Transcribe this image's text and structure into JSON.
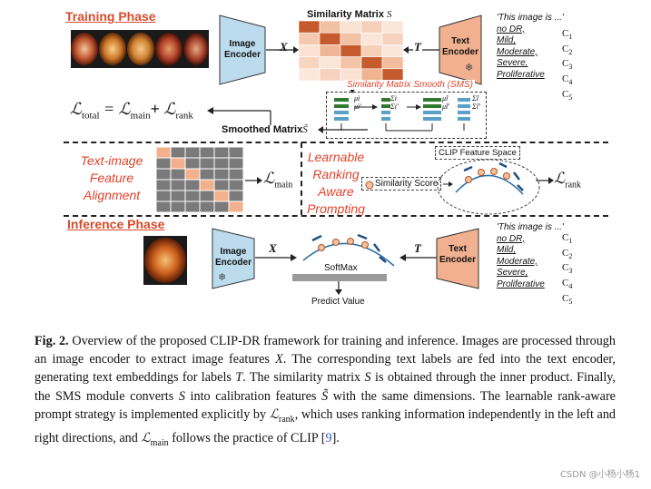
{
  "training": {
    "title": "Training Phase",
    "image_encoder": "Image Encoder",
    "text_encoder": "Text Encoder",
    "x_label": "X",
    "t_label": "T",
    "similarity_matrix_label": "Similarity Matrix",
    "similarity_matrix_symbol": "S",
    "this_image_is": "'This image is ...'",
    "labels": [
      "no DR,",
      "Mild,",
      "Moderate,",
      "Severe,",
      "Proliferative"
    ],
    "class_ids": [
      "C1",
      "C2",
      "C3",
      "C4",
      "C5"
    ],
    "sms_title": "Similarity Matrix Smooth (SMS)",
    "loss_total": "total",
    "loss_main": "main",
    "loss_rank": "rank",
    "smoothed_matrix_label": "Smoothed Matrix",
    "smoothed_matrix_symbol": "S̃",
    "sms_symbols": {
      "mu_i": "μi",
      "mu_ip": "μi'",
      "sigma_i": "Σi",
      "sigma_ip": "Σi'",
      "hat_mu": "μ̂i",
      "hat_mu_p": "μ̂i'",
      "hat_sigma": "Σ̂i",
      "hat_sigma_p": "Σ̂i'"
    }
  },
  "middle": {
    "alignment_label": "Text-image Feature Alignment",
    "ranking_label": "Learnable Ranking Aware Prompting",
    "clip_feature_space": "CLIP Feature Space",
    "similarity_score": "Similarity Score",
    "loss_main": "main",
    "loss_rank": "rank"
  },
  "inference": {
    "title": "Inference Phase",
    "image_encoder": "Image Encoder",
    "text_encoder": "Text Encoder",
    "x_label": "X",
    "t_label": "T",
    "softmax": "SoftMax",
    "predict_value": "Predict Value",
    "this_image_is": "'This image is ...'",
    "labels": [
      "no DR,",
      "Mild,",
      "Moderate,",
      "Severe,",
      "Proliferative"
    ],
    "class_ids": [
      "C1",
      "C2",
      "C3",
      "C4",
      "C5"
    ]
  },
  "caption": {
    "fig_label": "Fig. 2.",
    "part1": " Overview of the proposed CLIP-DR framework for training and inference. Images are processed through an image encoder to extract image features ",
    "x": "X",
    "part2": ". The corresponding text labels are fed into the text encoder, generating text embeddings for labels ",
    "t": "T",
    "part3": ". The similarity matrix ",
    "s": "S",
    "part4": " is obtained through the inner product. Finally, the SMS module converts ",
    "part5": " into calibration features ",
    "s_tilde": "S̃",
    "part6": " with the same dimensions. The learnable rank-aware prompt strategy is implemented explicitly by ",
    "l_rank_sub": "rank",
    "part7": ", which uses ranking information independently in the left and right directions, and ",
    "l_main_sub": "main",
    "part8": " follows the practice of CLIP [",
    "cite": "9",
    "part9": "]."
  },
  "watermark": "CSDN @小杨小杨1",
  "colors": {
    "accent_red": "#d94b2b",
    "encoder_blue": "#bcdcee",
    "encoder_orange": "#f1b08f",
    "matrix_dark": "#c55a2e",
    "grid_gray": "#7a7a7a",
    "grid_peach": "#f3b08c"
  }
}
